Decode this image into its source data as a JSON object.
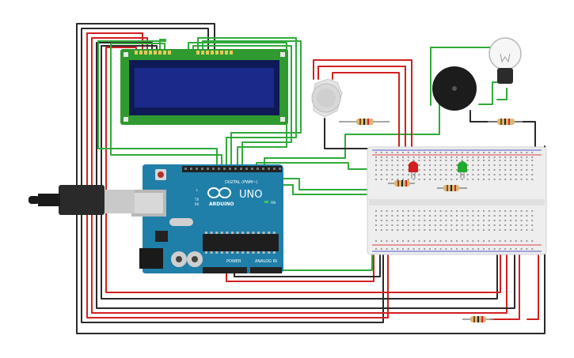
{
  "arduino": {
    "brand": "ARDUINO",
    "model": "UNO",
    "digital_label": "DIGITAL (PWM~)",
    "power_label": "POWER",
    "analog_label": "ANALOG IN",
    "tx_label": "TX",
    "rx_label": "RX",
    "l_label": "L",
    "on_label": "ON",
    "board_color": "#1f7fa8"
  },
  "lcd": {
    "name": "16x2 LCD",
    "screen_color": "#1b2a8a",
    "pcb_color": "#2f9a2f"
  },
  "components": {
    "red_led_color": "#d21e1e",
    "green_led_color": "#25a830",
    "buzzer": "piezo buzzer",
    "bulb": "light bulb",
    "gas_sensor": "gas sensor",
    "usb": "usb cable"
  },
  "colors": {
    "wire_red": "#d22020",
    "wire_black": "#2a2a2a",
    "wire_green": "#2faa3a",
    "breadboard": "#efefef"
  }
}
